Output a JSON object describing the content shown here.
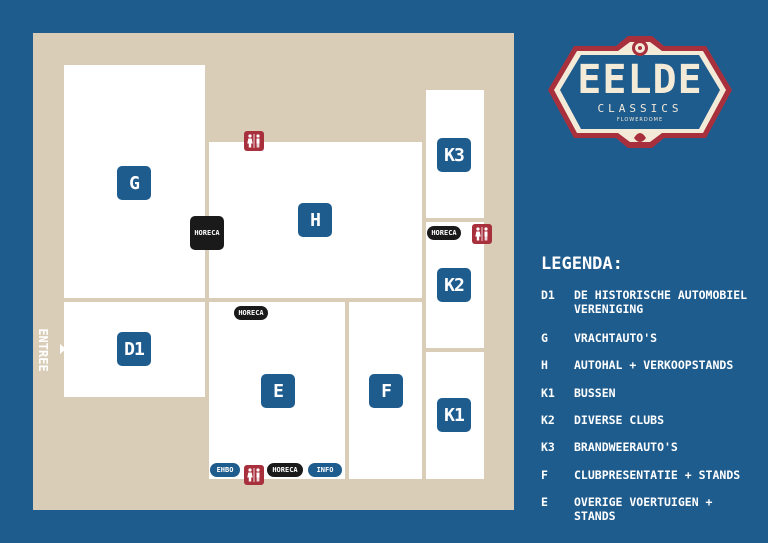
{
  "logo": {
    "brand": "EELDE",
    "sub": "CLASSICS",
    "tagline": "FLOWERDOME"
  },
  "entrance_label": "ENTREE",
  "halls": [
    {
      "code": "G"
    },
    {
      "code": "H"
    },
    {
      "code": "K3"
    },
    {
      "code": "K2"
    },
    {
      "code": "D1"
    },
    {
      "code": "E"
    },
    {
      "code": "F"
    },
    {
      "code": "K1"
    }
  ],
  "facilities": {
    "horeca": "HORECA",
    "ehbo": "EHBO",
    "info": "INFO"
  },
  "legend": {
    "title": "LEGENDA:",
    "items": [
      {
        "code": "D1",
        "label": "DE HISTORISCHE AUTOMOBIEL VERENIGING"
      },
      {
        "code": "G",
        "label": "VRACHTAUTO'S"
      },
      {
        "code": "H",
        "label": "AUTOHAL + VERKOOPSTANDS"
      },
      {
        "code": "K1",
        "label": "BUSSEN"
      },
      {
        "code": "K2",
        "label": "DIVERSE CLUBS"
      },
      {
        "code": "K3",
        "label": "BRANDWEERAUTO'S"
      },
      {
        "code": "F",
        "label": "CLUBPRESENTATIE + STANDS"
      },
      {
        "code": "E",
        "label": "OVERIGE VOERTUIGEN + STANDS"
      }
    ]
  },
  "colors": {
    "background": "#1f5c8e",
    "ground": "#d9cdb8",
    "hall": "#ffffff",
    "horeca": "#1a1a1a",
    "toilet": "#a8303d"
  }
}
